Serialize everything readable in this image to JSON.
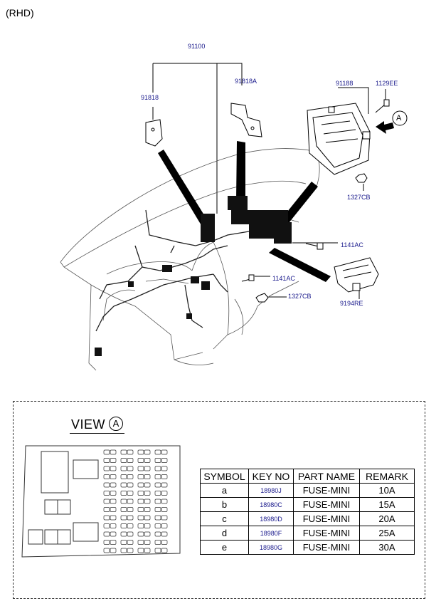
{
  "header": "(RHD)",
  "callouts": {
    "harness": "91100",
    "bracket_left": "91818",
    "bracket_right": "91818A",
    "junction_box": "91188",
    "screw_top": "1129EE",
    "nut_top": "1327CB",
    "bolt_upper": "1141AC",
    "bolt_lower": "1141AC",
    "nut_lower": "1327CB",
    "module": "9194RE",
    "view_marker": "A"
  },
  "view": {
    "title": "VIEW",
    "marker": "A"
  },
  "table": {
    "headers": [
      "SYMBOL",
      "KEY NO",
      "PART NAME",
      "REMARK"
    ],
    "rows": [
      {
        "symbol": "a",
        "key": "18980J",
        "part": "FUSE-MINI",
        "remark": "10A"
      },
      {
        "symbol": "b",
        "key": "18980C",
        "part": "FUSE-MINI",
        "remark": "15A"
      },
      {
        "symbol": "c",
        "key": "18980D",
        "part": "FUSE-MINI",
        "remark": "20A"
      },
      {
        "symbol": "d",
        "key": "18980F",
        "part": "FUSE-MINI",
        "remark": "25A"
      },
      {
        "symbol": "e",
        "key": "18980G",
        "part": "FUSE-MINI",
        "remark": "30A"
      }
    ]
  }
}
